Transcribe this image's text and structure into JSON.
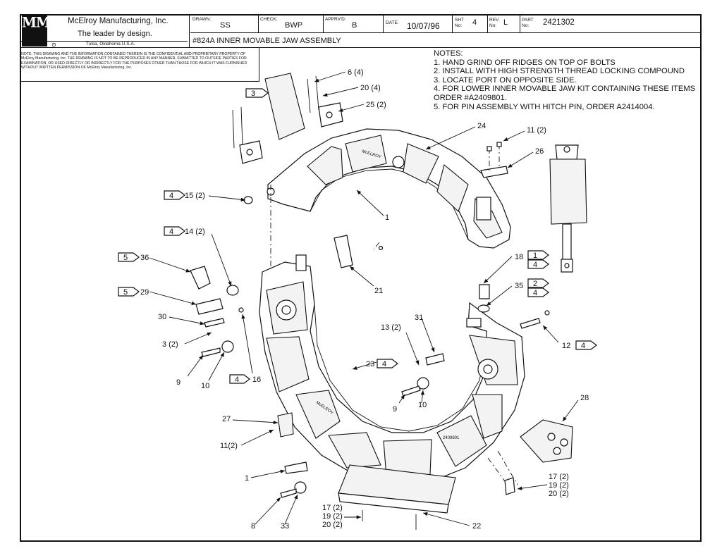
{
  "title_block": {
    "logo": "MMI",
    "company": "McElroy Manufacturing, Inc.",
    "tagline": "The leader by design.",
    "location": "Tulsa, Oklahoma U.S.A.",
    "drawn_label": "DRAWN:",
    "drawn_value": "SS",
    "check_label": "CHECK:",
    "check_value": "BWP",
    "apprvd_label": "APPRV'D:",
    "apprvd_value": "B",
    "date_label": "DATE:",
    "date_value": "10/07/96",
    "sht_label": "SHT",
    "sht_label2": "No:",
    "sht_value": "4",
    "rev_label": "REV",
    "rev_label2": "No:",
    "rev_value": "L",
    "part_label": "PART",
    "part_label2": "No:",
    "part_value": "2421302",
    "assembly_title": "#824A INNER MOVABLE JAW ASSEMBLY"
  },
  "confidential_note": "NOTE: THIS DRAWING AND THE INFORMATION CONTAINED THEREIN IS THE CONFIDENTIAL AND PROPRIETARY PROPERTY OF McElroy Manufacturing, Inc. THE DRAWING IS NOT TO BE REPRODUCED IN ANY MANNER, SUBMITTED TO OUTSIDE PARTIES FOR EXAMINATION, OR USED DIRECTLY OR INDIRECTLY FOR THE PURPOSES OTHER THAN THOSE FOR WHICH IT WAS FURNISHED WITHOUT WRITTEN PERMISSION OF McElroy Manufacturing, Inc.",
  "notes": {
    "heading": "NOTES:",
    "items": [
      "1.  HAND GRIND OFF RIDGES ON TOP OF BOLTS",
      "2.  INSTALL WITH HIGH STRENGTH THREAD LOCKING COMPOUND",
      "3.  LOCATE PORT ON OPPOSITE SIDE.",
      "4.  FOR LOWER INNER MOVABLE JAW KIT CONTAINING THESE ITEMS",
      "      ORDER #A2409801.",
      "5.  FOR PIN ASSEMBLY WITH HITCH PIN, ORDER A2414004."
    ]
  },
  "callouts": {
    "c6": "6 (4)",
    "c20": "20 (4)",
    "c25": "25 (2)",
    "c24": "24",
    "c11a": "11 (2)",
    "c26": "26",
    "c15": "15 (2)",
    "c1a": "1",
    "c14": "14 (2)",
    "c36": "36",
    "c29": "29",
    "c30": "30",
    "c3": "3 (2)",
    "c9a": "9",
    "c10a": "10",
    "c16": "16",
    "c21": "21",
    "c18": "18",
    "c35": "35",
    "c31": "31",
    "c13": "13 (2)",
    "c12": "12",
    "c23": "23",
    "c9b": "9",
    "c10b": "10",
    "c28": "28",
    "c27": "27",
    "c11b": "11(2)",
    "c1b": "1",
    "c17a": "17 (2)",
    "c19a": "19 (2)",
    "c20a": "20 (2)",
    "c17b": "17 (2)",
    "c19b": "19 (2)",
    "c20b": "20 (2)",
    "c22": "22",
    "c8": "8",
    "c33": "33"
  },
  "note_flags": {
    "f3": "3",
    "f15": "4",
    "f14": "4",
    "f36": "5",
    "f29": "5",
    "f16": "4",
    "f18a": "1",
    "f18b": "4",
    "f35a": "2",
    "f35b": "4",
    "f12": "4",
    "f23": "4"
  },
  "part_stamps": {
    "top": "McELROY",
    "bottom": "McELROY",
    "number": "2409801"
  }
}
